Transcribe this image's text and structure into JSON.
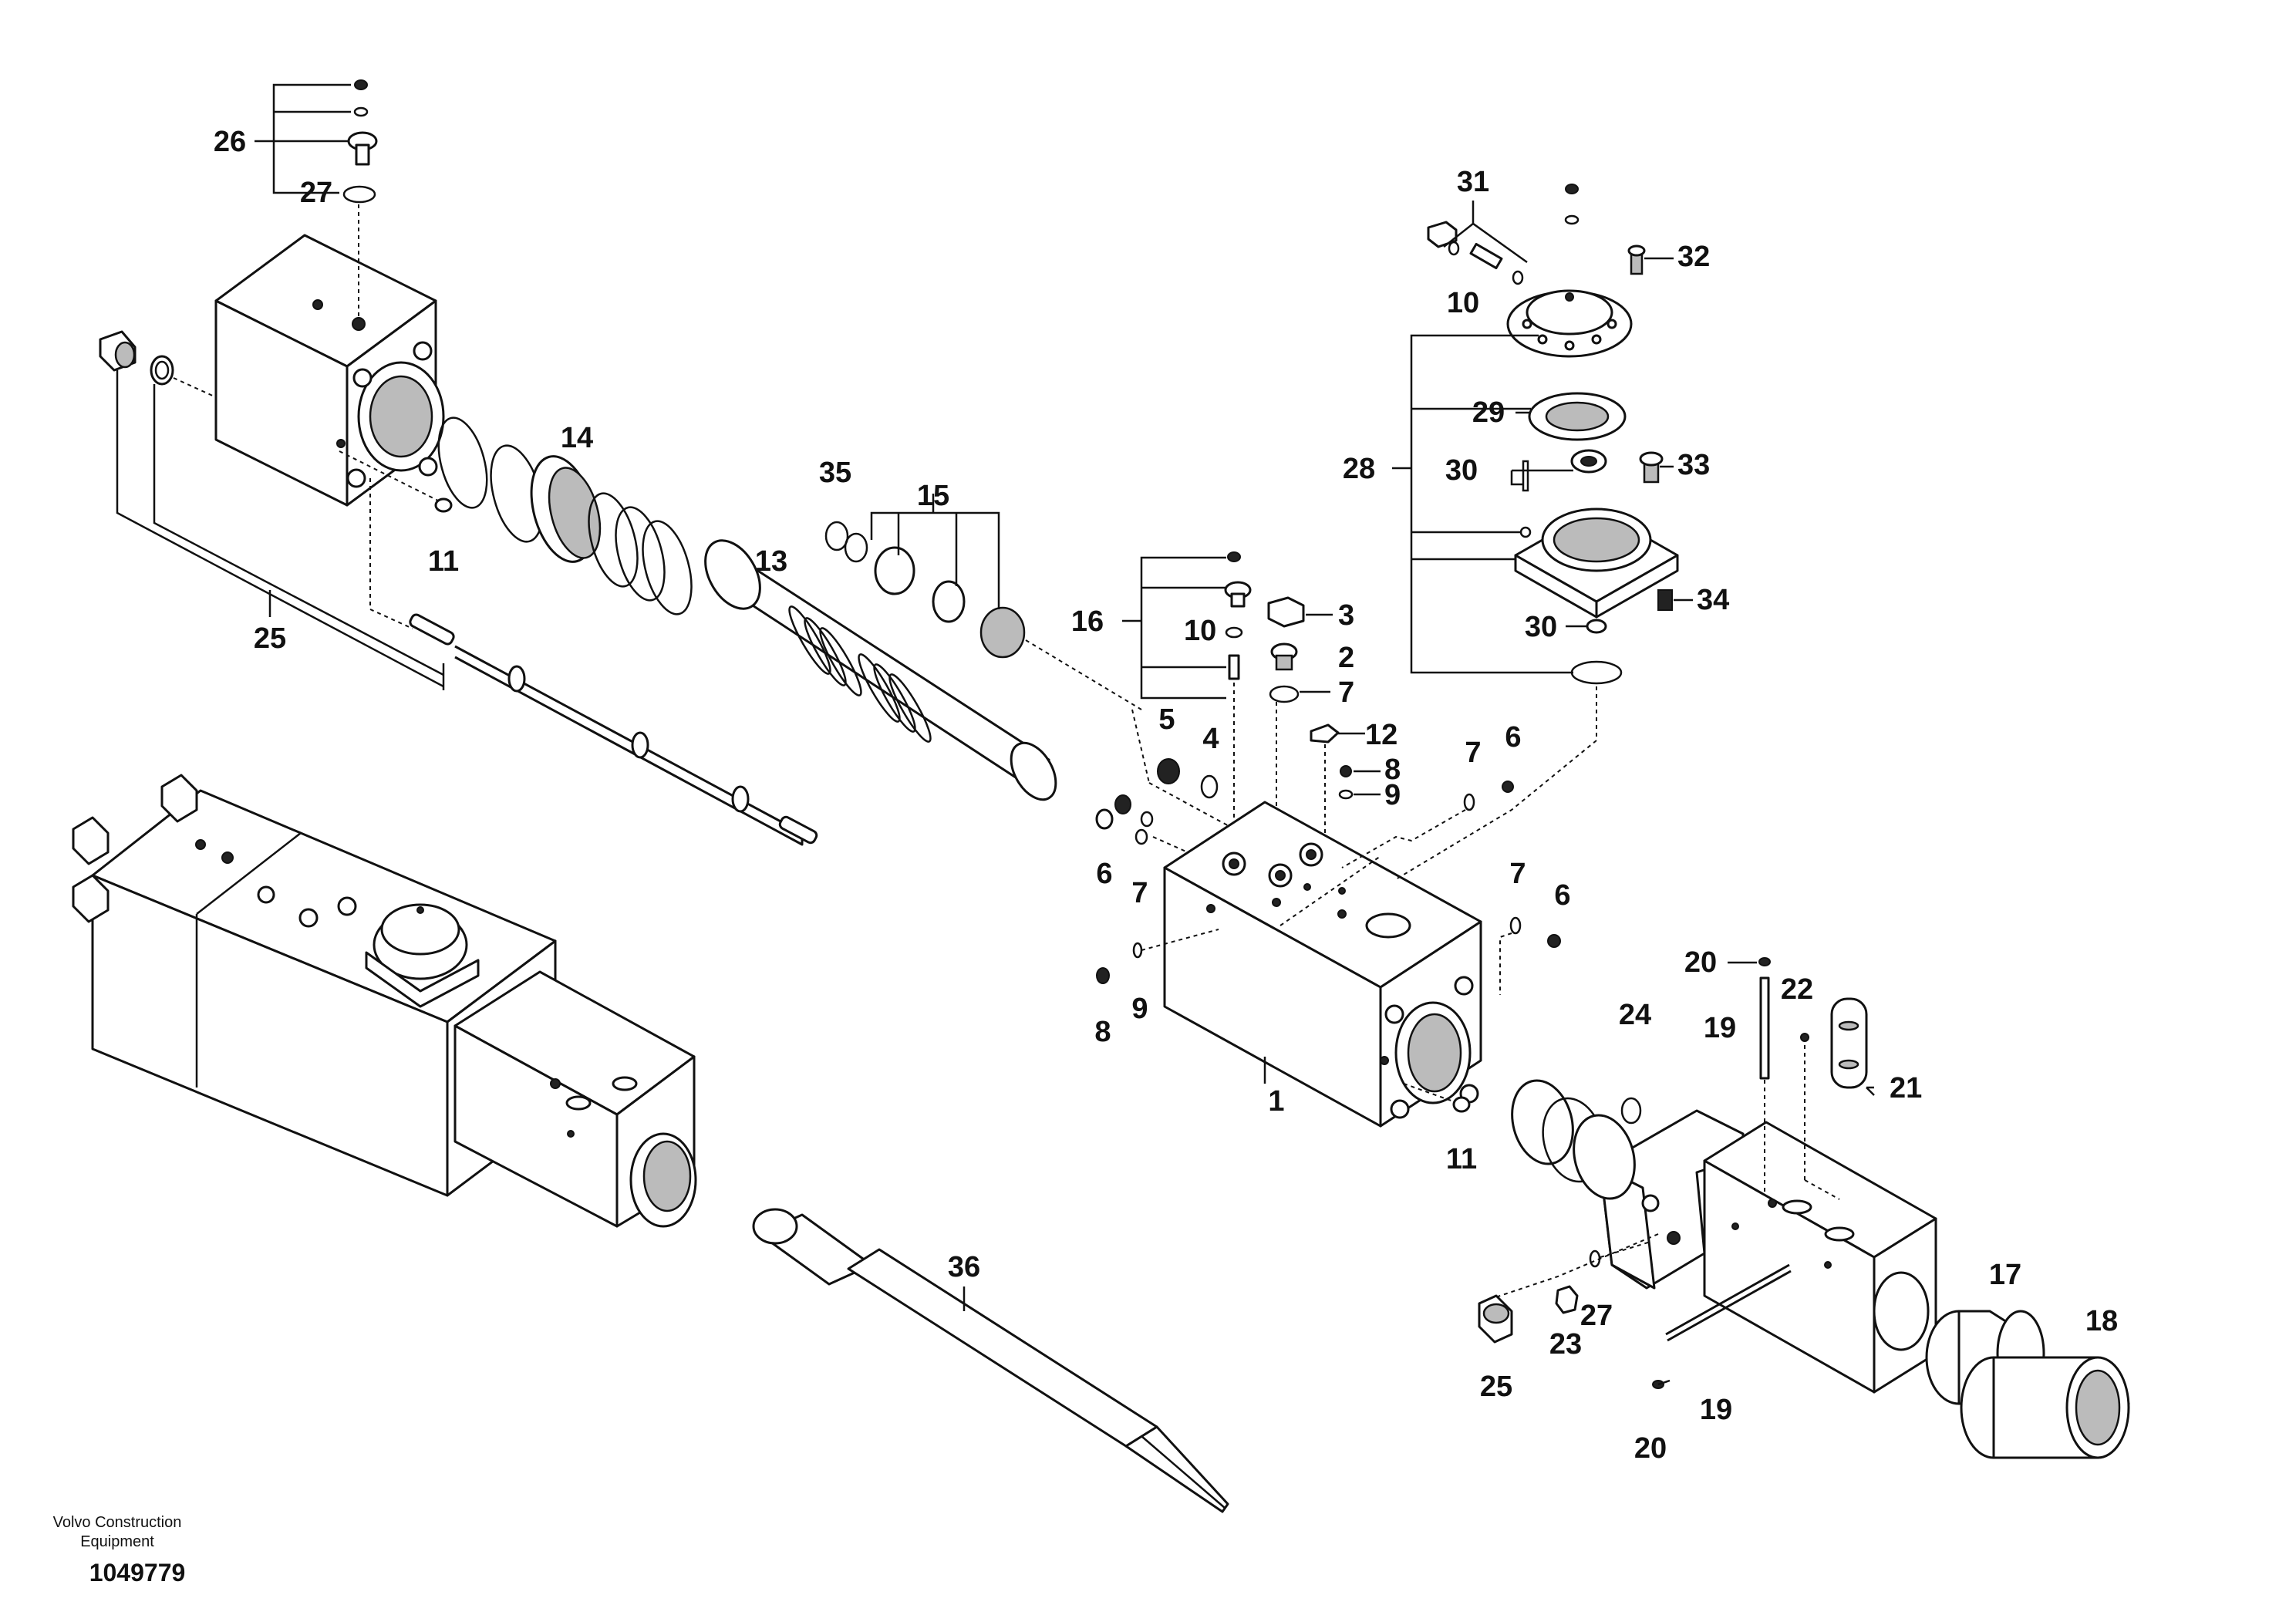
{
  "labels": {
    "l1": "1",
    "l2": "2",
    "l3": "3",
    "l4": "4",
    "l5": "5",
    "l6a": "6",
    "l6b": "6",
    "l6c": "6",
    "l7a": "7",
    "l7b": "7",
    "l7c": "7",
    "l7d": "7",
    "l8a": "8",
    "l8b": "8",
    "l9a": "9",
    "l9b": "9",
    "l10a": "10",
    "l10b": "10",
    "l11a": "11",
    "l11b": "11",
    "l12": "12",
    "l13": "13",
    "l14": "14",
    "l15": "15",
    "l16": "16",
    "l17": "17",
    "l18": "18",
    "l19a": "19",
    "l19b": "19",
    "l20a": "20",
    "l20b": "20",
    "l21": "21",
    "l22": "22",
    "l23": "23",
    "l24": "24",
    "l25a": "25",
    "l25b": "25",
    "l26": "26",
    "l27a": "27",
    "l27b": "27",
    "l28": "28",
    "l29": "29",
    "l30a": "30",
    "l30b": "30",
    "l31": "31",
    "l32": "32",
    "l33": "33",
    "l34": "34",
    "l35": "35",
    "l36": "36"
  },
  "footer": {
    "brand_line1": "Volvo Construction",
    "brand_line2": "Equipment",
    "drawing_number": "1049779"
  }
}
